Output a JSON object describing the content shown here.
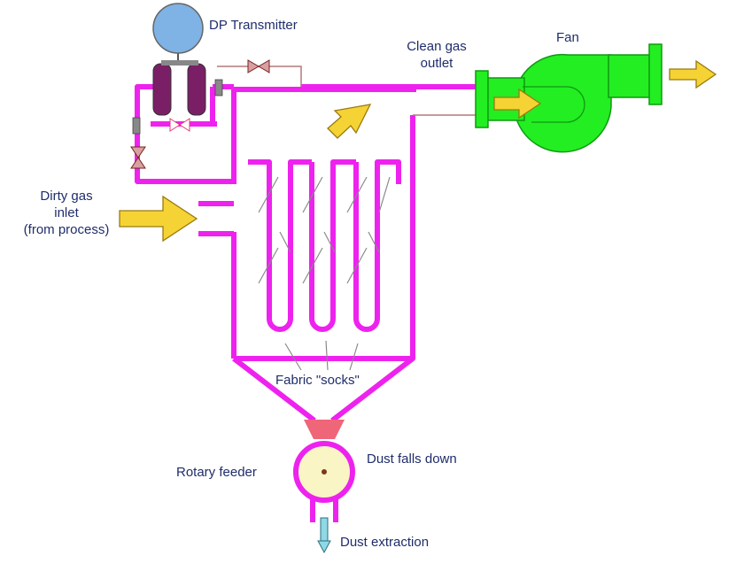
{
  "labels": {
    "dp_transmitter": "DP Transmitter",
    "clean_gas_outlet_line1": "Clean gas",
    "clean_gas_outlet_line2": "outlet",
    "fan": "Fan",
    "dirty_gas_line1": "Dirty gas",
    "dirty_gas_line2": "inlet",
    "dirty_gas_line3": "(from process)",
    "fabric_socks": "Fabric \"socks\"",
    "rotary_feeder": "Rotary feeder",
    "dust_falls_down": "Dust falls down",
    "dust_extraction": "Dust extraction"
  },
  "colors": {
    "pipe": "#ee22ee",
    "fan": "#22ee22",
    "fan_outline": "#119911",
    "arrow": "#f5d334",
    "arrow_outline": "#9a7a10",
    "transmitter": "#7fb2e5",
    "feeder_body": "#f9f5c4",
    "feeder_throat": "#ee6677",
    "text": "#1f2d6b"
  }
}
